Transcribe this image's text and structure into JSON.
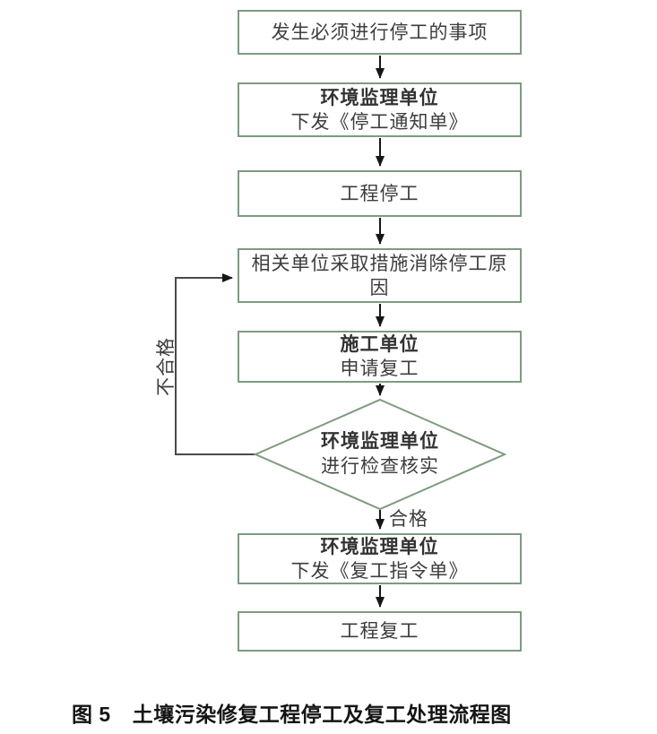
{
  "flowchart": {
    "nodes": {
      "stop_event": {
        "line1": "发生必须进行停工的事项"
      },
      "issue_stop_notice": {
        "line1": "环境监理单位",
        "line2": "下发《停工通知单》"
      },
      "project_stop": {
        "line1": "工程停工"
      },
      "eliminate_cause": {
        "line1": "相关单位采取措施消除停工原",
        "line2": "因"
      },
      "apply_resume": {
        "line1": "施工单位",
        "line2": "申请复工"
      },
      "verify_decision": {
        "line1": "环境监理单位",
        "line2": "进行检查核实"
      },
      "issue_resume_order": {
        "line1": "环境监理单位",
        "line2": "下发《复工指令单》"
      },
      "project_resume": {
        "line1": "工程复工"
      }
    },
    "edge_labels": {
      "pass": "合格",
      "fail": "不合格"
    }
  },
  "figure": {
    "caption_prefix": "图 5",
    "caption_title": "土壤污染修复工程停工及复工处理流程图"
  },
  "colors": {
    "node_border": "#7d9b7f",
    "line": "#161616",
    "loop_line": "#4a4a4a",
    "text": "#3d3d3d",
    "caption": "#141414"
  }
}
